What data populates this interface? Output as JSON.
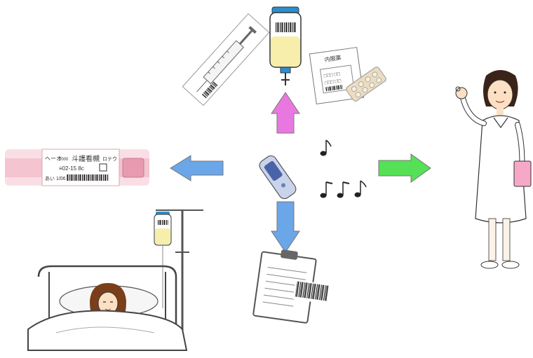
{
  "colors": {
    "arrow_up": "#e878e0",
    "arrow_left": "#6aa6e8",
    "arrow_down": "#6aa6e8",
    "arrow_right": "#55e055",
    "wristband": "#f4c4d0",
    "nurse_folder": "#f7a8c8",
    "iv_fluid": "#f6eeaa",
    "iv_cap": "#2a8fd0",
    "scanner": "#4a62a8"
  },
  "icons": {
    "center": "handheld-barcode-scanner-icon",
    "sound": "musical-notes-icon",
    "up": "medication-items-icon",
    "left": "patient-wristband-icon",
    "down": "clipboard-barcode-icon",
    "right": "nurse-ok-gesture-icon",
    "patient": "patient-in-bed-with-iv-icon"
  },
  "wristband": {
    "line1_a": "ヘーオ",
    "line1_b": "0000",
    "line1_c": "斗護看槻",
    "line1_d": "ロテウ",
    "line2": "≡02-15 8c",
    "line3": "あい 1/06"
  },
  "med_package": {
    "header": "内服薬",
    "line1": "□□□ □□",
    "line2": "□□□ □□"
  }
}
